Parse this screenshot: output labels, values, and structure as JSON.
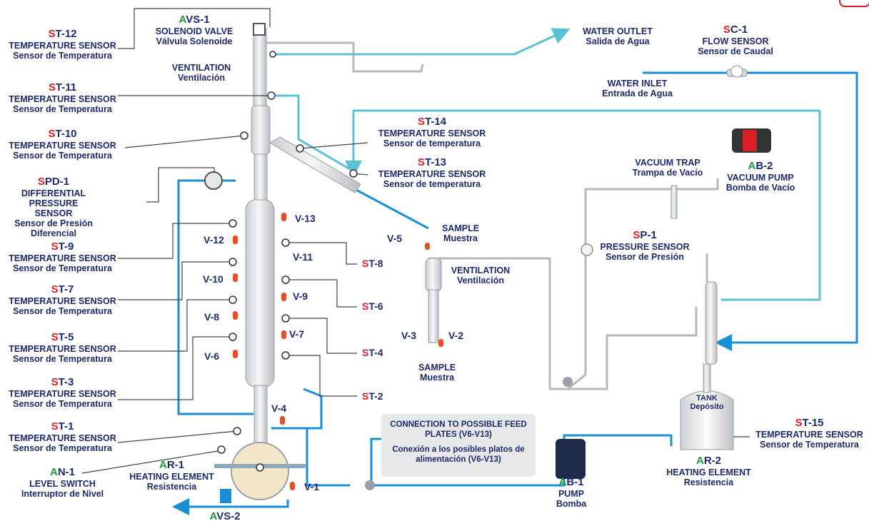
{
  "diagram": {
    "instruments": [
      {
        "id": "avs1",
        "code_prefix": "A",
        "code_rest": "VS-1",
        "prefix_color": "green",
        "en": "SOLENOID VALVE",
        "es": "Válvula Solenoide"
      },
      {
        "id": "st12",
        "code_prefix": "S",
        "code_rest": "T-12",
        "prefix_color": "red",
        "en": "TEMPERATURE SENSOR",
        "es": "Sensor de Temperatura"
      },
      {
        "id": "st11",
        "code_prefix": "S",
        "code_rest": "T-11",
        "prefix_color": "red",
        "en": "TEMPERATURE SENSOR",
        "es": "Sensor de Temperatura"
      },
      {
        "id": "st10",
        "code_prefix": "S",
        "code_rest": "T-10",
        "prefix_color": "red",
        "en": "TEMPERATURE SENSOR",
        "es": "Sensor de Temperatura"
      },
      {
        "id": "spd1",
        "code_prefix": "S",
        "code_rest": "PD-1",
        "prefix_color": "red",
        "en": "DIFFERENTIAL PRESSURE SENSOR",
        "es": "Sensor de Presión Diferencial"
      },
      {
        "id": "st9",
        "code_prefix": "S",
        "code_rest": "T-9",
        "prefix_color": "red",
        "en": "TEMPERATURE SENSOR",
        "es": "Sensor de Temperatura"
      },
      {
        "id": "st7",
        "code_prefix": "S",
        "code_rest": "T-7",
        "prefix_color": "red",
        "en": "TEMPERATURE SENSOR",
        "es": "Sensor de Temperatura"
      },
      {
        "id": "st5",
        "code_prefix": "S",
        "code_rest": "T-5",
        "prefix_color": "red",
        "en": "TEMPERATURE SENSOR",
        "es": "Sensor de Temperatura"
      },
      {
        "id": "st3",
        "code_prefix": "S",
        "code_rest": "T-3",
        "prefix_color": "red",
        "en": "TEMPERATURE SENSOR",
        "es": "Sensor de Temperatura"
      },
      {
        "id": "st1",
        "code_prefix": "S",
        "code_rest": "T-1",
        "prefix_color": "red",
        "en": "TEMPERATURE SENSOR",
        "es": "Sensor de Temperatura"
      },
      {
        "id": "an1",
        "code_prefix": "A",
        "code_rest": "N-1",
        "prefix_color": "green",
        "en": "LEVEL SWITCH",
        "es": "Interruptor de Nivel"
      },
      {
        "id": "ar1",
        "code_prefix": "A",
        "code_rest": "R-1",
        "prefix_color": "green",
        "en": "HEATING ELEMENT",
        "es": "Resistencia"
      },
      {
        "id": "st14",
        "code_prefix": "S",
        "code_rest": "T-14",
        "prefix_color": "red",
        "en": "TEMPERATURE SENSOR",
        "es": "Sensor de temperatura"
      },
      {
        "id": "st13",
        "code_prefix": "S",
        "code_rest": "T-13",
        "prefix_color": "red",
        "en": "TEMPERATURE SENSOR",
        "es": "Sensor de temperatura"
      },
      {
        "id": "sc1",
        "code_prefix": "S",
        "code_rest": "C-1",
        "prefix_color": "red",
        "en": "FLOW SENSOR",
        "es": "Sensor de Caudal"
      },
      {
        "id": "ab2",
        "code_prefix": "A",
        "code_rest": "B-2",
        "prefix_color": "green",
        "en": "VACUUM PUMP",
        "es": "Bomba de Vacío"
      },
      {
        "id": "sp1",
        "code_prefix": "S",
        "code_rest": "P-1",
        "prefix_color": "red",
        "en": "PRESSURE SENSOR",
        "es": "Sensor de Presión"
      },
      {
        "id": "st15",
        "code_prefix": "S",
        "code_rest": "T-15",
        "prefix_color": "red",
        "en": "TEMPERATURE SENSOR",
        "es": "Sensor de Temperatura"
      },
      {
        "id": "ar2",
        "code_prefix": "A",
        "code_rest": "R-2",
        "prefix_color": "green",
        "en": "HEATING ELEMENT",
        "es": "Resistencia"
      },
      {
        "id": "ab1",
        "code_prefix": "A",
        "code_rest": "B-1",
        "prefix_color": "green",
        "en": "PUMP",
        "es": "Bomba"
      }
    ],
    "plain_labels": {
      "ventilation_top": {
        "en": "VENTILATION",
        "es": "Ventilación"
      },
      "ventilation_right": {
        "en": "VENTILATION",
        "es": "Ventilación"
      },
      "water_outlet": {
        "en": "WATER OUTLET",
        "es": "Salida de Agua"
      },
      "water_inlet": {
        "en": "WATER INLET",
        "es": "Entrada de Agua"
      },
      "vacuum_trap": {
        "en": "VACUUM TRAP",
        "es": "Trampa de Vacío"
      },
      "sample_top": {
        "en": "SAMPLE",
        "es": "Muestra"
      },
      "sample_bottom": {
        "en": "SAMPLE",
        "es": "Muestra"
      },
      "tank": {
        "en": "TANK",
        "es": "Depósito"
      }
    },
    "valves": [
      "V-1",
      "V-2",
      "V-3",
      "V-4",
      "V-5",
      "V-6",
      "V-7",
      "V-8",
      "V-9",
      "V-10",
      "V-11",
      "V-12",
      "V-13"
    ],
    "column_sensor_tags": [
      {
        "prefix": "S",
        "rest": "T-8"
      },
      {
        "prefix": "S",
        "rest": "T-6"
      },
      {
        "prefix": "S",
        "rest": "T-4"
      },
      {
        "prefix": "S",
        "rest": "T-2"
      }
    ],
    "avs2": {
      "code_prefix": "A",
      "code_rest": "VS-2"
    },
    "connection_box": {
      "en": "CONNECTION TO POSSIBLE FEED PLATES (V6-V13)",
      "es": "Conexión a los posibles platos de alimentación (V6-V13)"
    },
    "colors": {
      "label_blue": "#1d2a6b",
      "prefix_red": "#d81f26",
      "prefix_green": "#1a9a3b",
      "water_line": "#5bc0d4",
      "process_line": "#1a8fd6",
      "grey_line": "#b5b8bb"
    }
  }
}
